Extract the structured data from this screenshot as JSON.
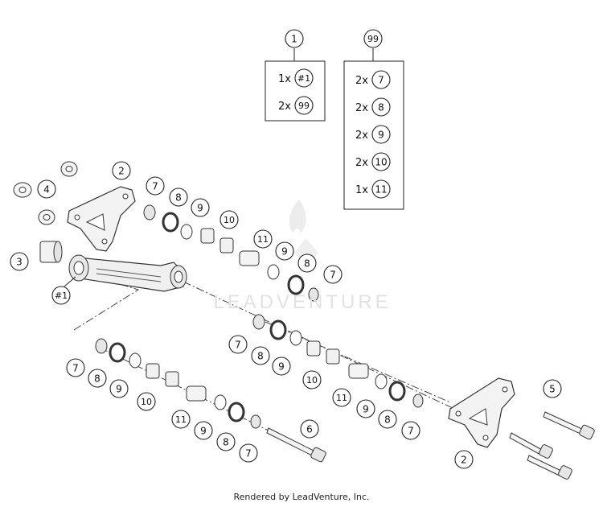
{
  "watermark": "LEADVENTURE",
  "footer": "Rendered by LeadVenture, Inc.",
  "kit_1": {
    "ref": "1",
    "rows": [
      {
        "qty": "1x",
        "ref": "#1"
      },
      {
        "qty": "2x",
        "ref": "99"
      }
    ]
  },
  "kit_99": {
    "ref": "99",
    "rows": [
      {
        "qty": "2x",
        "ref": "7"
      },
      {
        "qty": "2x",
        "ref": "8"
      },
      {
        "qty": "2x",
        "ref": "9"
      },
      {
        "qty": "2x",
        "ref": "10"
      },
      {
        "qty": "1x",
        "ref": "11"
      }
    ]
  },
  "callouts": [
    "2",
    "4",
    "3",
    "#1",
    "7",
    "8",
    "9",
    "10",
    "11",
    "9",
    "8",
    "7",
    "7",
    "8",
    "9",
    "10",
    "11",
    "9",
    "8",
    "7",
    "7",
    "8",
    "9",
    "10",
    "11",
    "9",
    "8",
    "7",
    "6",
    "5",
    "2"
  ]
}
